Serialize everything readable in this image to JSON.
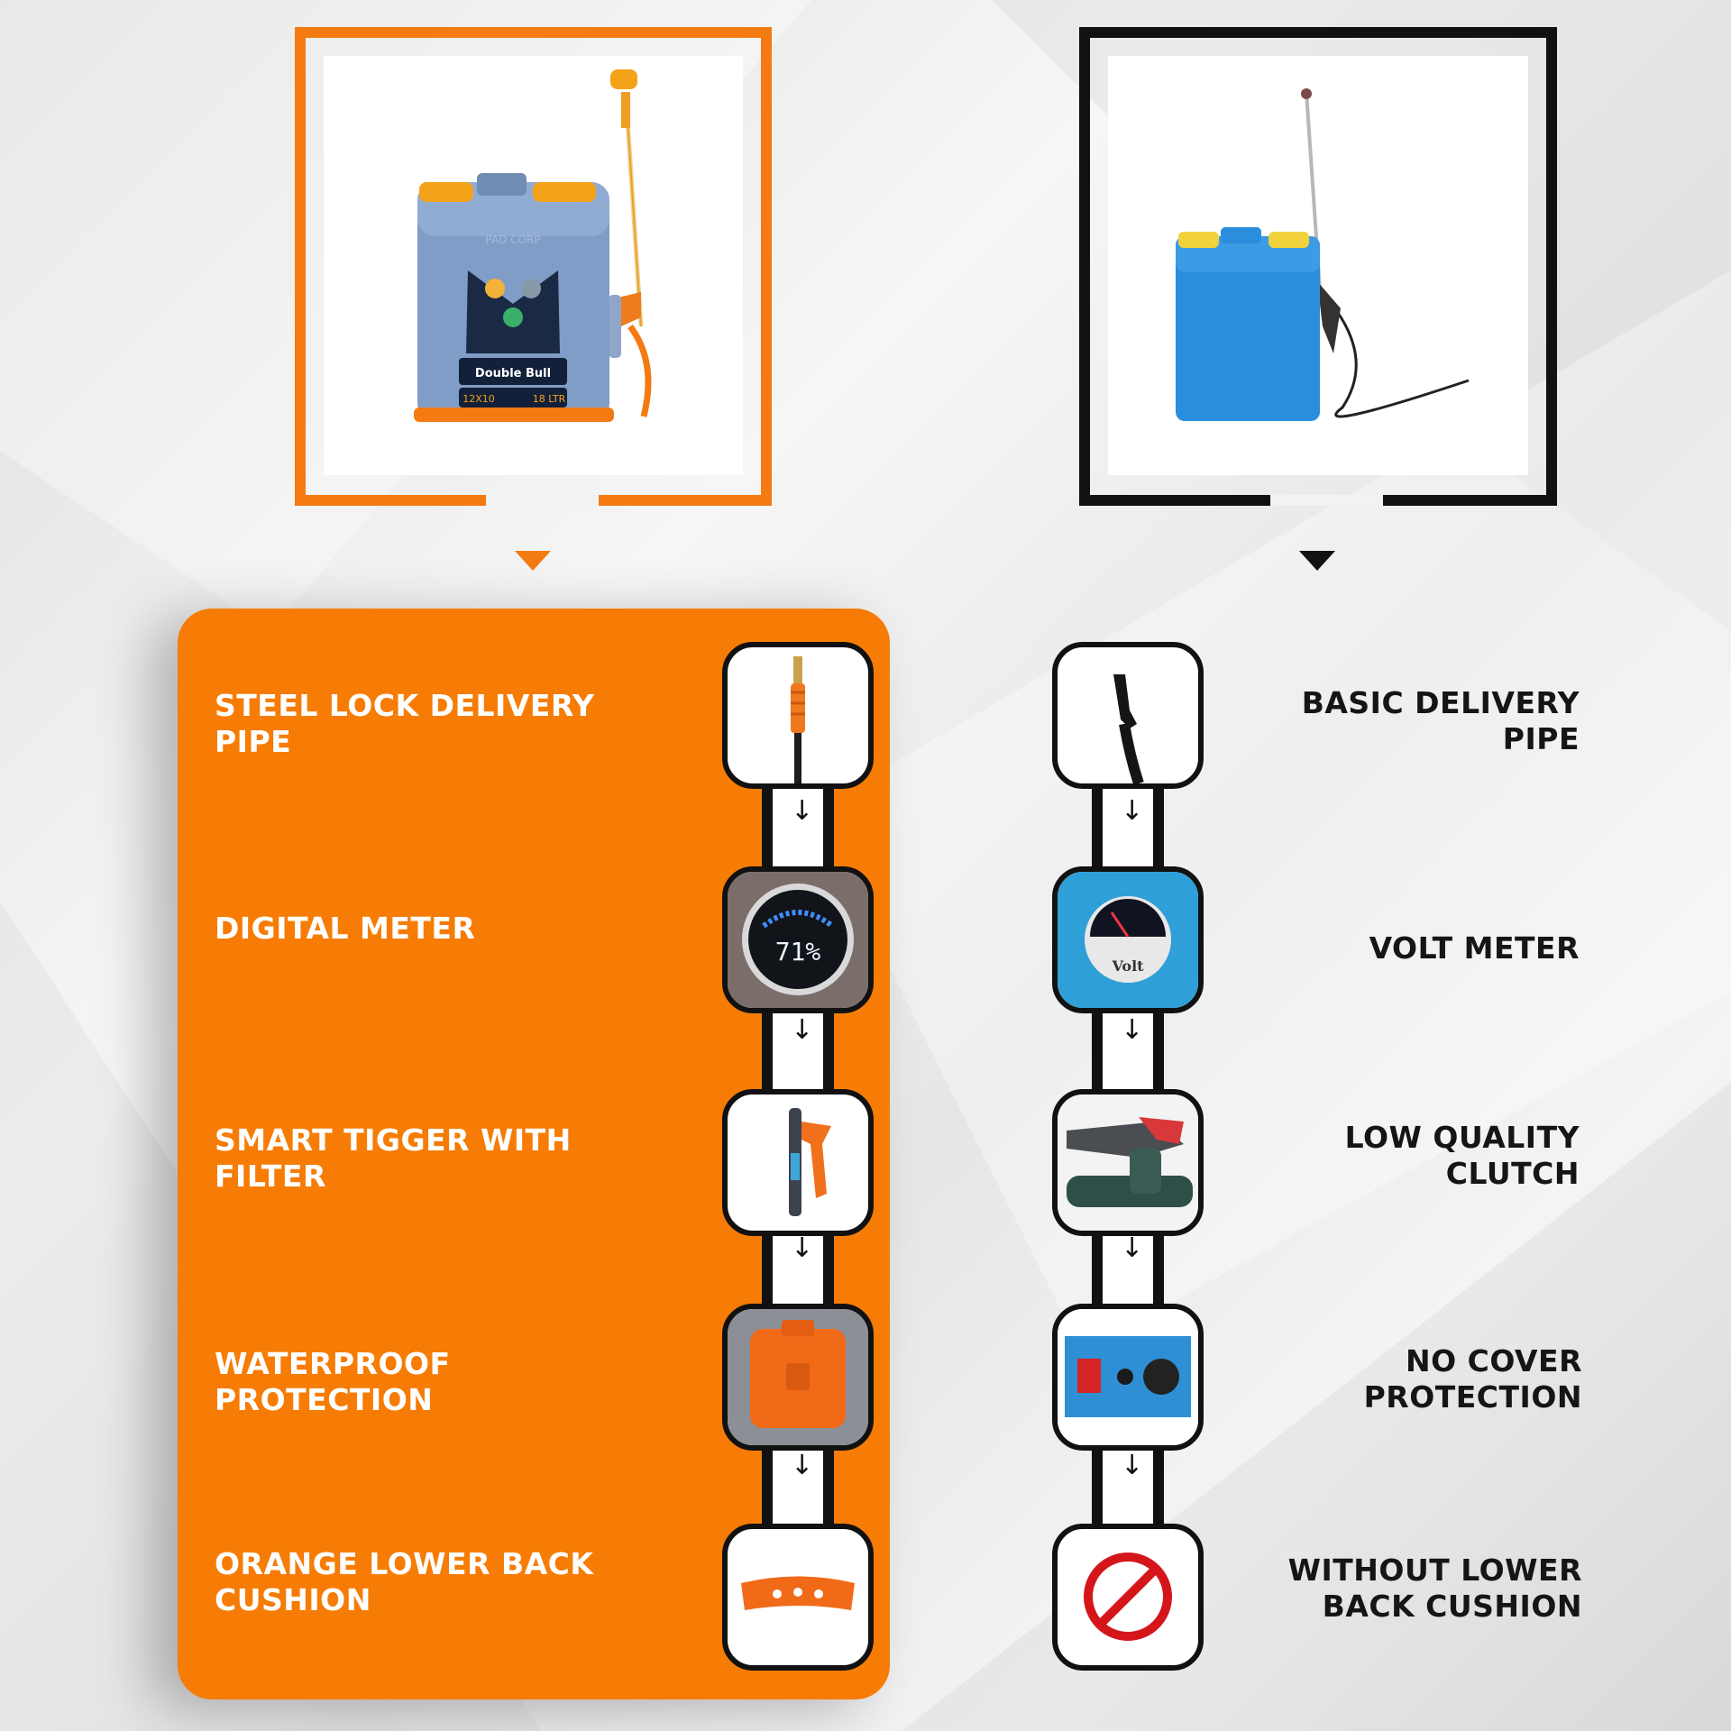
{
  "colors": {
    "accent_orange": "#f67c05",
    "dark": "#111111",
    "background": "#eeeeee"
  },
  "products": {
    "ours": {
      "image": "orange-blue-battery-sprayer-image",
      "brand_print": "PAD CORP",
      "model_print": "Double Bull",
      "size_print": "12X10",
      "capacity_print": "18 LTR"
    },
    "theirs": {
      "image": "blue-basic-battery-sprayer-image"
    }
  },
  "features": {
    "ours": [
      {
        "label": "STEEL LOCK DELIVERY PIPE",
        "icon": "steel-lock-pipe-icon"
      },
      {
        "label": "DIGITAL METER",
        "icon": "digital-meter-icon",
        "meter_reading": "71%"
      },
      {
        "label": "SMART TIGGER WITH FILTER",
        "icon": "smart-trigger-icon"
      },
      {
        "label": "WATERPROOF PROTECTION",
        "icon": "waterproof-cover-icon"
      },
      {
        "label": "ORANGE LOWER BACK CUSHION",
        "icon": "back-cushion-icon"
      }
    ],
    "theirs": [
      {
        "label": "BASIC DELIVERY PIPE",
        "icon": "basic-pipe-icon"
      },
      {
        "label": "VOLT METER",
        "icon": "volt-meter-icon",
        "meter_print": "Volt"
      },
      {
        "label": "LOW QUALITY CLUTCH",
        "icon": "clutch-icon"
      },
      {
        "label": "NO COVER PROTECTION",
        "icon": "open-switch-icon"
      },
      {
        "label": "WITHOUT LOWER BACK CUSHION",
        "icon": "prohibited-icon"
      }
    ]
  }
}
